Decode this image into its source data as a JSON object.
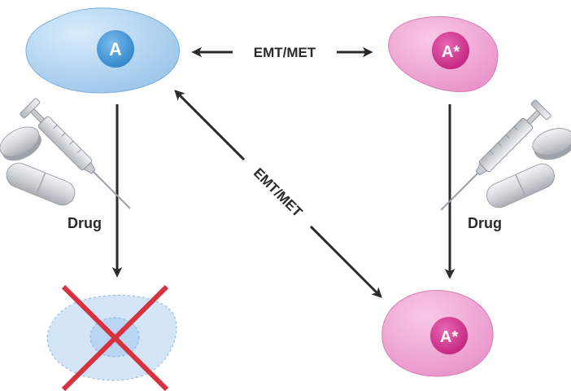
{
  "labels": {
    "top_transition": "EMT/MET",
    "diagonal_transition": "EMT/MET",
    "left_drug": "Drug",
    "right_drug": "Drug"
  },
  "cells": {
    "top_left_nucleus": "A",
    "top_right_nucleus": "A*",
    "bottom_right_nucleus": "A*"
  },
  "colors": {
    "blue_cell": "#a9cfee",
    "blue_nucleus": "#4a9ad8",
    "pink_cell": "#ef9fd2",
    "pink_nucleus": "#d8318f",
    "dead_cell": "#cfe3f6",
    "cross": "#d83240",
    "arrow": "#2b2b2b"
  }
}
